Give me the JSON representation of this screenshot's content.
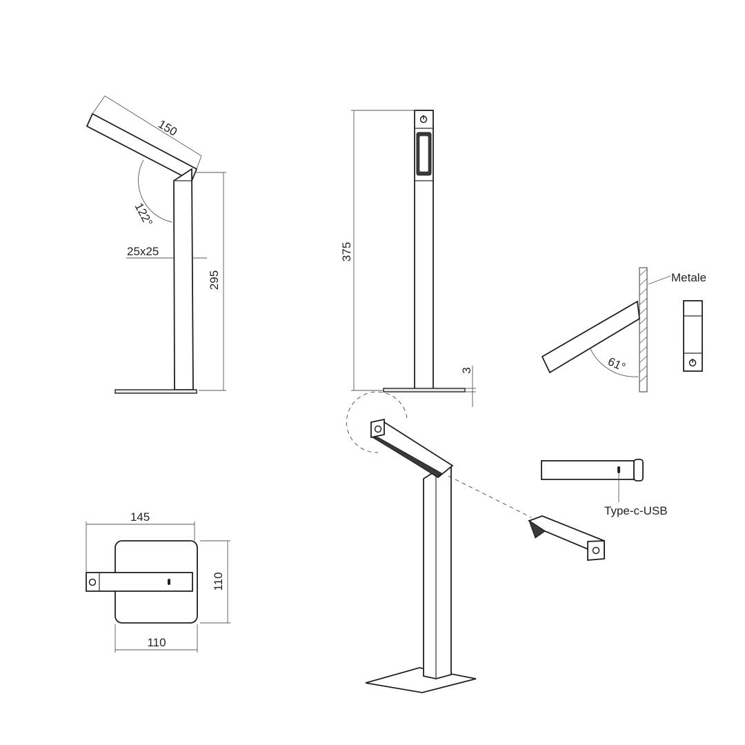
{
  "drawing": {
    "side_view": {
      "arm_length": "150",
      "angle": "122°",
      "section": "25x25",
      "height": "295"
    },
    "front_view": {
      "height": "375",
      "base_thickness": "3"
    },
    "wall_view": {
      "material": "Metale",
      "angle": "61°"
    },
    "top_view": {
      "width": "145",
      "depth": "110",
      "base_width": "110"
    },
    "detail": {
      "port": "Type-c-USB"
    }
  }
}
